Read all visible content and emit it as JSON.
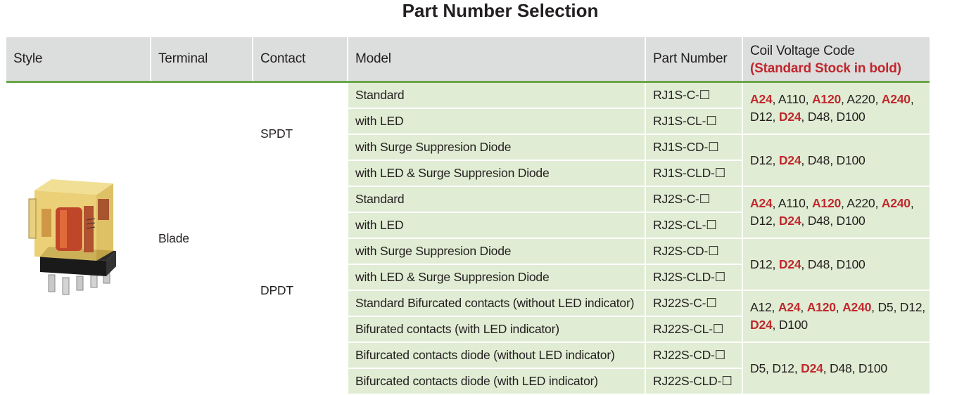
{
  "title": "Part Number Selection",
  "headers": {
    "style": "Style",
    "terminal": "Terminal",
    "contact": "Contact",
    "model": "Model",
    "part_number": "Part Number",
    "coil_voltage": "Coil Voltage Code",
    "coil_note": "(Standard Stock in bold)"
  },
  "terminal": "Blade",
  "contacts": {
    "spdt": "SPDT",
    "dpdt": "DPDT"
  },
  "rows": [
    {
      "model": "Standard",
      "part": "RJ1S-C-☐"
    },
    {
      "model": "with LED",
      "part": "RJ1S-CL-☐"
    },
    {
      "model": "with Surge Suppresion Diode",
      "part": "RJ1S-CD-☐"
    },
    {
      "model": "with LED & Surge Suppresion Diode",
      "part": "RJ1S-CLD-☐"
    },
    {
      "model": "Standard",
      "part": "RJ2S-C-☐"
    },
    {
      "model": "with LED",
      "part": "RJ2S-CL-☐"
    },
    {
      "model": "with Surge Suppresion Diode",
      "part": "RJ2S-CD-☐"
    },
    {
      "model": "with LED & Surge Suppresion Diode",
      "part": "RJ2S-CLD-☐"
    },
    {
      "model": "Standard Bifurcated contacts (without LED indicator)",
      "part": "RJ22S-C-☐"
    },
    {
      "model": "Bifurated contacts (with LED indicator)",
      "part": "RJ22S-CL-☐"
    },
    {
      "model": "Bifurcated contacts diode (without LED indicator)",
      "part": "RJ22S-CD-☐"
    },
    {
      "model": "Bifurcated contacts diode (with LED indicator)",
      "part": "RJ22S-CLD-☐"
    }
  ],
  "coil_groups": [
    {
      "codes": [
        {
          "t": "A24",
          "b": true
        },
        {
          "t": ", ",
          "b": false
        },
        {
          "t": "A110",
          "b": false
        },
        {
          "t": ", ",
          "b": false
        },
        {
          "t": "A120",
          "b": true
        },
        {
          "t": ", ",
          "b": false
        },
        {
          "t": "A220",
          "b": false
        },
        {
          "t": ", ",
          "b": false
        },
        {
          "t": "A240",
          "b": true
        },
        {
          "t": ", ",
          "b": false
        },
        {
          "t": "D12",
          "b": false
        },
        {
          "t": ", ",
          "b": false
        },
        {
          "t": "D24",
          "b": true
        },
        {
          "t": ", ",
          "b": false
        },
        {
          "t": "D48",
          "b": false
        },
        {
          "t": ", ",
          "b": false
        },
        {
          "t": "D100",
          "b": false
        }
      ]
    },
    {
      "codes": [
        {
          "t": "D12",
          "b": false
        },
        {
          "t": ", ",
          "b": false
        },
        {
          "t": "D24",
          "b": true
        },
        {
          "t": ", ",
          "b": false
        },
        {
          "t": "D48",
          "b": false
        },
        {
          "t": ", ",
          "b": false
        },
        {
          "t": "D100",
          "b": false
        }
      ]
    },
    {
      "codes": [
        {
          "t": "A24",
          "b": true
        },
        {
          "t": ", ",
          "b": false
        },
        {
          "t": "A110",
          "b": false
        },
        {
          "t": ", ",
          "b": false
        },
        {
          "t": "A120",
          "b": true
        },
        {
          "t": ", ",
          "b": false
        },
        {
          "t": "A220",
          "b": false
        },
        {
          "t": ", ",
          "b": false
        },
        {
          "t": "A240",
          "b": true
        },
        {
          "t": ", ",
          "b": false
        },
        {
          "t": "D12",
          "b": false
        },
        {
          "t": ", ",
          "b": false
        },
        {
          "t": "D24",
          "b": true
        },
        {
          "t": ", ",
          "b": false
        },
        {
          "t": "D48",
          "b": false
        },
        {
          "t": ", ",
          "b": false
        },
        {
          "t": "D100",
          "b": false
        }
      ]
    },
    {
      "codes": [
        {
          "t": "D12",
          "b": false
        },
        {
          "t": ", ",
          "b": false
        },
        {
          "t": "D24",
          "b": true
        },
        {
          "t": ", ",
          "b": false
        },
        {
          "t": "D48",
          "b": false
        },
        {
          "t": ", ",
          "b": false
        },
        {
          "t": "D100",
          "b": false
        }
      ]
    },
    {
      "codes": [
        {
          "t": "A12",
          "b": false
        },
        {
          "t": ", ",
          "b": false
        },
        {
          "t": "A24",
          "b": true
        },
        {
          "t": ", ",
          "b": false
        },
        {
          "t": "A120",
          "b": true
        },
        {
          "t": ", ",
          "b": false
        },
        {
          "t": "A240",
          "b": true
        },
        {
          "t": ", ",
          "b": false
        },
        {
          "t": "D5",
          "b": false
        },
        {
          "t": ", ",
          "b": false
        },
        {
          "t": "D12",
          "b": false
        },
        {
          "t": ", ",
          "b": false
        },
        {
          "t": "D24",
          "b": true
        },
        {
          "t": ", ",
          "b": false
        },
        {
          "t": "D100",
          "b": false
        }
      ]
    },
    {
      "codes": [
        {
          "t": "D5",
          "b": false
        },
        {
          "t": ", ",
          "b": false
        },
        {
          "t": "D12",
          "b": false
        },
        {
          "t": ", ",
          "b": false
        },
        {
          "t": "D24",
          "b": true
        },
        {
          "t": ", ",
          "b": false
        },
        {
          "t": "D48",
          "b": false
        },
        {
          "t": ", ",
          "b": false
        },
        {
          "t": "D100",
          "b": false
        }
      ]
    }
  ],
  "colors": {
    "header_bg": "#dcdedd",
    "row_bg": "#e0ecd3",
    "accent_green": "#6aa64a",
    "bold_red": "#c0272d"
  },
  "image": "relay-photo"
}
